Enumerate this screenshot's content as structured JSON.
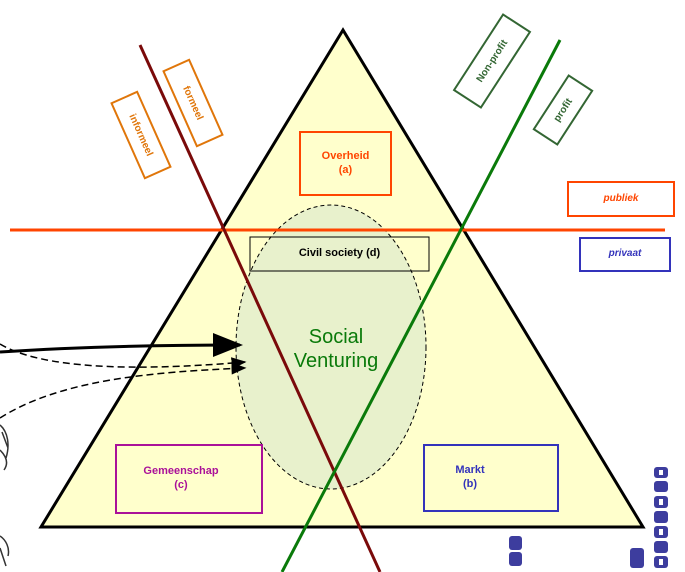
{
  "sectors": {
    "overheid": {
      "text": "Overheid\n(a)",
      "color": "#ff4500"
    },
    "markt": {
      "text": "Markt\n(b)",
      "color": "#3333bb"
    },
    "gemeenschap": {
      "text": "Gemeenschap\n(c)",
      "color": "#aa1199"
    },
    "civil_society": {
      "text": "Civil society (d)",
      "color": "#000000"
    }
  },
  "center": {
    "text": "Social\nVenturing",
    "color": "#0a7a0a"
  },
  "axes": {
    "publiek": {
      "text": "publiek",
      "color": "#ff4500"
    },
    "privaat": {
      "text": "privaat",
      "color": "#3333bb"
    },
    "informeel": {
      "text": "informeel",
      "color": "#e0760a"
    },
    "formeel": {
      "text": "formeel",
      "color": "#e0760a"
    },
    "non_profit": {
      "text": "Non-profit",
      "color": "#336633"
    },
    "profit": {
      "text": "profit",
      "color": "#336633"
    }
  },
  "colors": {
    "triangle_fill": "#ffffcc",
    "ellipse_fill": "#e6f0cc",
    "line_red": "#ff4500",
    "line_maroon": "#7a0a0a",
    "line_green": "#0a7a0a"
  }
}
